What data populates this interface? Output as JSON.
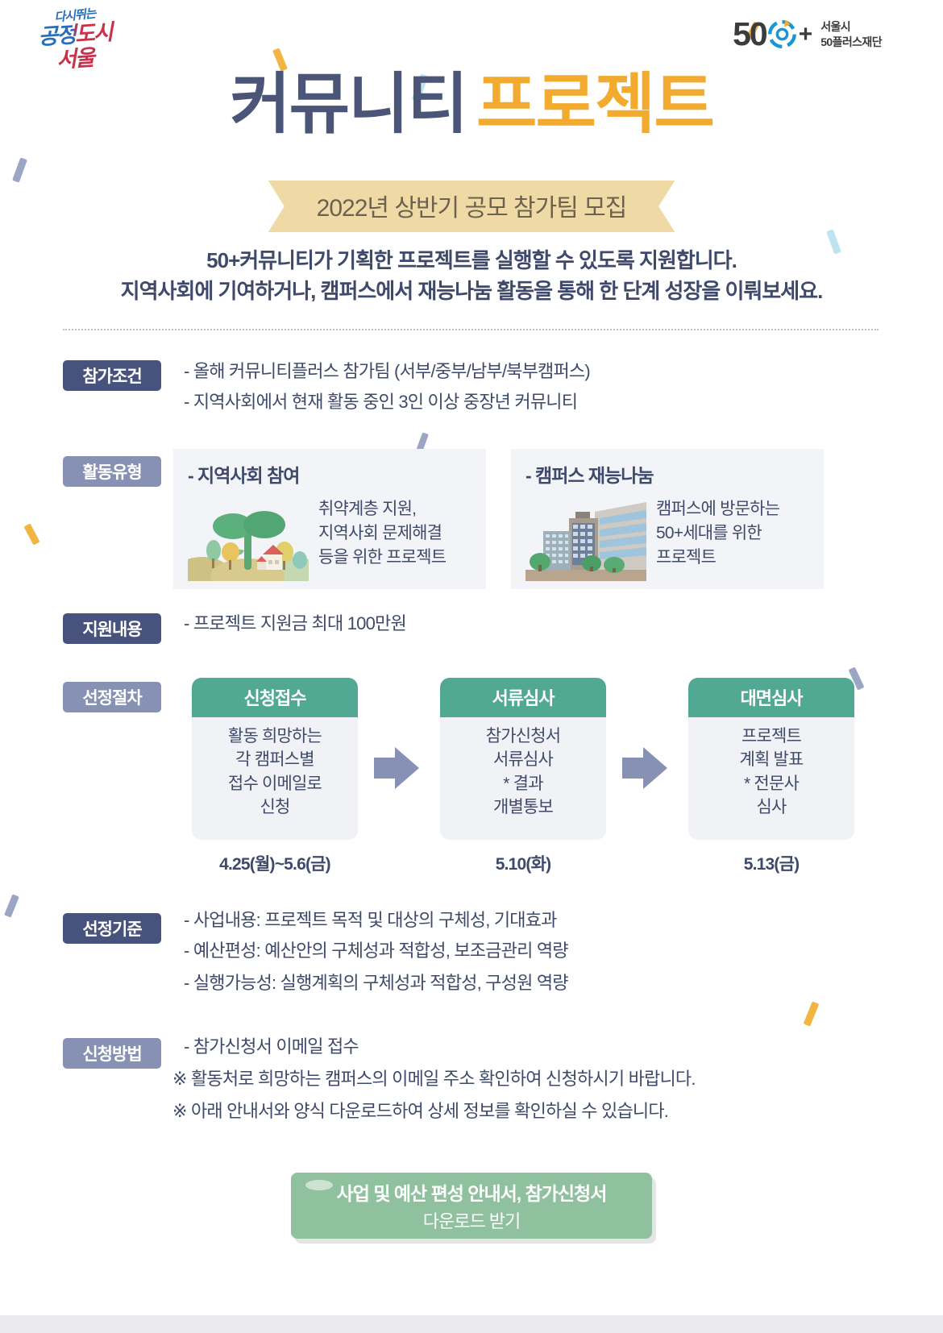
{
  "brand": {
    "seoul_logo_line1": "다시뛰는",
    "seoul_logo_line2": "공정도시",
    "seoul_logo_line3": "서울",
    "fifty_mark_number": "50",
    "fifty_mark_plus": "+",
    "foundation_line1": "서울시",
    "foundation_line2": "50플러스재단"
  },
  "title": {
    "part1": "커뮤니티",
    "part2": "프로젝트",
    "ribbon": "2022년 상반기 공모 참가팀 모집"
  },
  "lead": {
    "line1": "50+커뮤니티가 기획한 프로젝트를 실행할 수 있도록 지원합니다.",
    "line2": "지역사회에 기여하거나, 캠퍼스에서 재능나눔 활동을 통해 한 단계 성장을 이뤄보세요."
  },
  "sections": {
    "eligibility": {
      "label": "참가조건",
      "items": [
        "- 올해 커뮤니티플러스 참가팀 (서부/중부/남부/북부캠퍼스)",
        "- 지역사회에서 현재 활동 중인 3인 이상 중장년 커뮤니티"
      ]
    },
    "activity_type": {
      "label": "활동유형",
      "cards": [
        {
          "title": "- 지역사회 참여",
          "icon": "tree-village-illustration",
          "desc_lines": [
            "취약계층 지원,",
            "지역사회 문제해결",
            "등을 위한 프로젝트"
          ]
        },
        {
          "title": "- 캠퍼스 재능나눔",
          "icon": "campus-building-illustration",
          "desc_lines": [
            "캠퍼스에 방문하는",
            "50+세대를 위한",
            "프로젝트"
          ]
        }
      ]
    },
    "support": {
      "label": "지원내용",
      "items": [
        "- 프로젝트 지원금 최대 100만원"
      ]
    },
    "process": {
      "label": "선정절차",
      "steps": [
        {
          "head": "신청접수",
          "body_lines": [
            "활동 희망하는",
            "각 캠퍼스별",
            "접수 이메일로",
            "신청"
          ],
          "date": "4.25(월)~5.6(금)"
        },
        {
          "head": "서류심사",
          "body_lines": [
            "참가신청서",
            "서류심사",
            "* 결과",
            "개별통보"
          ],
          "date": "5.10(화)"
        },
        {
          "head": "대면심사",
          "body_lines": [
            "프로젝트",
            "계획 발표",
            "* 전문사",
            "심사"
          ],
          "date": "5.13(금)"
        }
      ]
    },
    "criteria": {
      "label": "선정기준",
      "items": [
        "- 사업내용: 프로젝트 목적 및 대상의 구체성, 기대효과",
        "- 예산편성: 예산안의 구체성과 적합성, 보조금관리 역량",
        "- 실행가능성: 실행계획의 구체성과 적합성, 구성원 역량"
      ]
    },
    "apply": {
      "label": "신청방법",
      "items": [
        "- 참가신청서 이메일 접수",
        "※ 활동처로 희망하는 캠퍼스의 이메일 주소 확인하여 신청하시기 바랍니다.",
        "※ 아래 안내서와 양식 다운로드하여 상세 정보를 확인하실 수 있습니다."
      ]
    }
  },
  "download_button": {
    "line1": "사업 및 예산 편성 안내서, 참가신청서",
    "line2": "다운로드 받기"
  },
  "colors": {
    "title_blue": "#4a5577",
    "title_orange": "#f2ab2e",
    "ribbon_bg": "#efd9a4",
    "tag_dark": "#47537c",
    "tag_light": "#8791b3",
    "step_head_green": "#51a893",
    "download_green": "#8fc19f",
    "card_bg": "#f3f4f8"
  }
}
